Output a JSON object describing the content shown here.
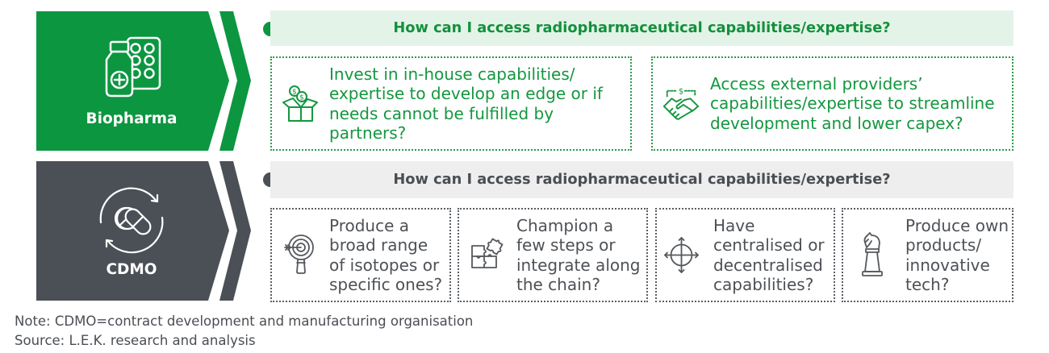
{
  "colors": {
    "biopharma_green": "#0c9640",
    "cdmo_gray": "#4a5056",
    "green_bar_bg": "#e4f3e7",
    "gray_bar_bg": "#eeeeee",
    "green_text": "#14973f",
    "gray_text": "#4d5156"
  },
  "rows": [
    {
      "label": "Biopharma",
      "icon": "medicine-bottle-pills-icon",
      "question": "How can I access radiopharmaceutical capabilities/expertise?",
      "options": [
        {
          "icon": "money-box-icon",
          "text": "Invest in in-house capabilities/\nexpertise to develop an edge or if\nneeds cannot be fulfilled by\npartners?"
        },
        {
          "icon": "handshake-icon",
          "text": "Access external providers’\ncapabilities/expertise to streamline\ndevelopment and lower capex?"
        }
      ]
    },
    {
      "label": "CDMO",
      "icon": "pills-cycle-icon",
      "question": "How can I access radiopharmaceutical capabilities/expertise?",
      "options": [
        {
          "icon": "target-magnifier-icon",
          "text": "Produce a\nbroad range\nof isotopes or\nspecific ones?"
        },
        {
          "icon": "puzzle-icon",
          "text": "Champion a\nfew steps or\nintegrate along\nthe chain?"
        },
        {
          "icon": "crosshair-arrows-icon",
          "text": "Have\ncentralised or\ndecentralised\ncapabilities?"
        },
        {
          "icon": "chess-knight-icon",
          "text": "Produce own\nproducts/\ninnovative\ntech?"
        }
      ]
    }
  ],
  "footer": {
    "note": "Note: CDMO=contract development and manufacturing organisation",
    "source": "Source: L.E.K. research and analysis"
  }
}
